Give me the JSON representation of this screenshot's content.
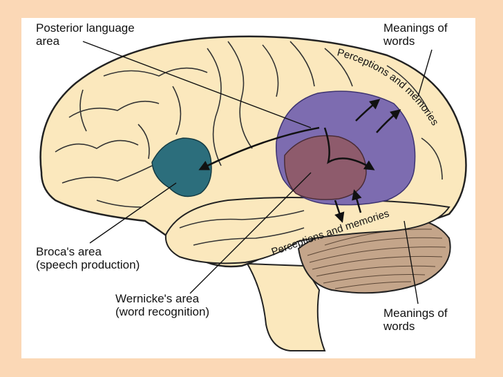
{
  "labels": {
    "posterior": [
      "Posterior language",
      "area"
    ],
    "meanings_top": [
      "Meanings of",
      "words"
    ],
    "brocas": [
      "Broca's area",
      "(speech production)"
    ],
    "wernickes": [
      "Wernicke's area",
      "(word recognition)"
    ],
    "meanings_bottom": [
      "Meanings of",
      "words"
    ]
  },
  "curved_labels": {
    "upper": "Perceptions and memories",
    "lower": "Perceptions and memories"
  },
  "colors": {
    "background": "#fbd8b6",
    "brain": "#fbe8bd",
    "broca": "#2c6e7c",
    "posterior": "#7d6cb0",
    "wernicke": "#8e5b6c"
  }
}
